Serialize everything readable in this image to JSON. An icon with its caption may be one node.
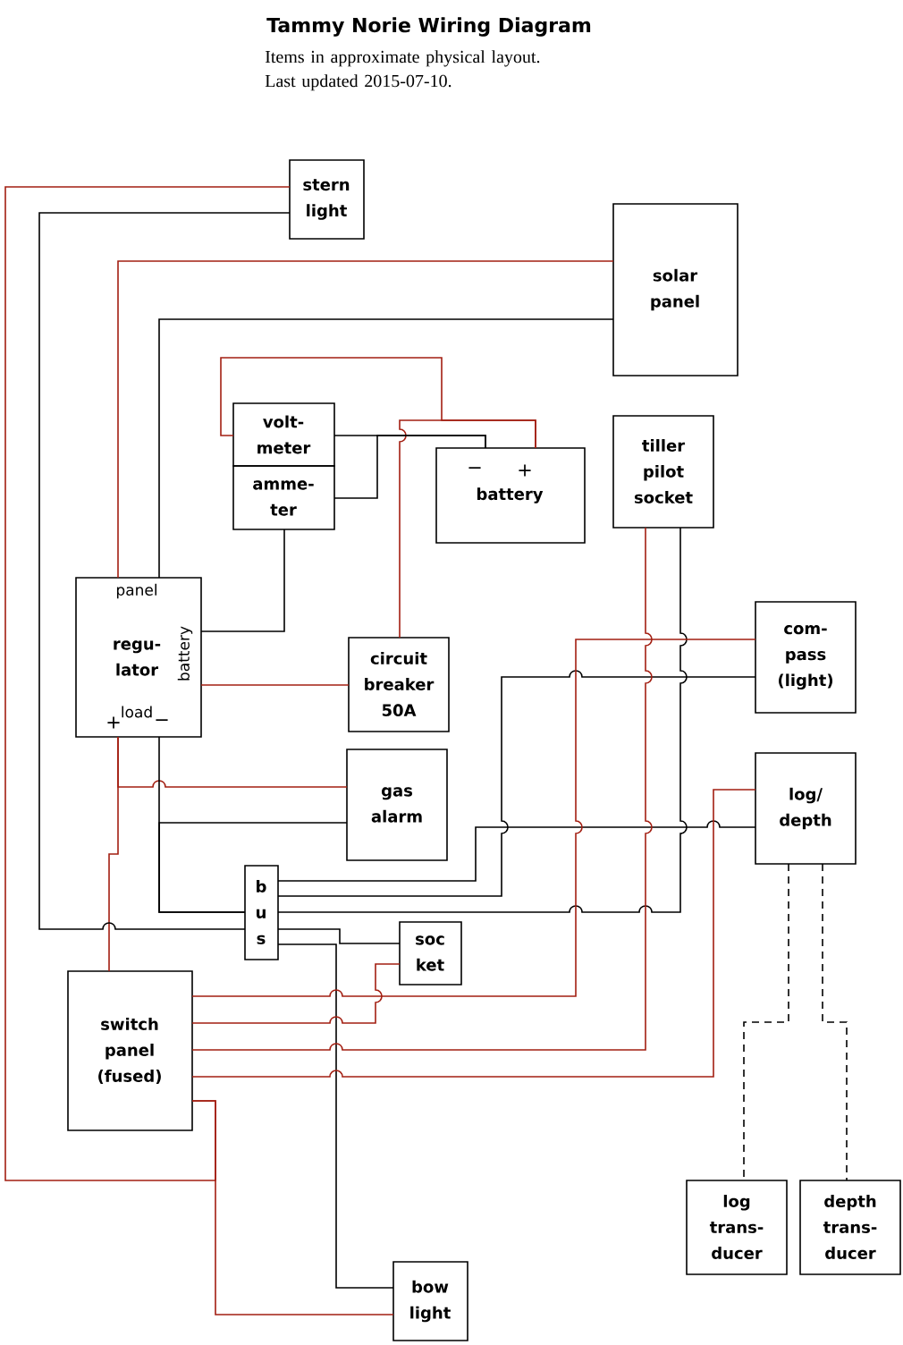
{
  "diagram": {
    "title": "Tammy Norie Wiring Diagram",
    "caption": "Items in approximate physical layout. Last updated 2015-07-10.",
    "nodes": [
      {
        "text": [
          "stern light"
        ]
      },
      {
        "text": [
          "solar panel"
        ]
      },
      {
        "text": [
          "volt- meter"
        ]
      },
      {
        "text": [
          "amme- ter"
        ]
      },
      {
        "text": [
          "−",
          "+",
          "battery"
        ]
      },
      {
        "text": [
          "tiller pilot socket"
        ]
      },
      {
        "text": [
          "panel",
          "regu- lator",
          "battery",
          "load",
          "+",
          "−"
        ]
      },
      {
        "text": [
          "circuit breaker 50A"
        ]
      },
      {
        "text": [
          "com- pass (light)"
        ]
      },
      {
        "text": [
          "gas alarm"
        ]
      },
      {
        "text": [
          "log/ depth"
        ]
      },
      {
        "text": [
          "b u s"
        ]
      },
      {
        "text": [
          "soc ket"
        ]
      },
      {
        "text": [
          "switch panel (fused)"
        ]
      },
      {
        "text": [
          "log trans- ducer"
        ]
      },
      {
        "text": [
          "depth trans- ducer"
        ]
      },
      {
        "text": [
          "bow light"
        ]
      }
    ],
    "edges": [
      {
        "from": 13,
        "to": 0,
        "arrow": "none",
        "color": "#a31f12"
      },
      {
        "from": 13,
        "to": 16,
        "arrow": "none",
        "color": "#a31f12"
      },
      {
        "from": 1,
        "to": 6,
        "arrow": "none",
        "color": "#a31f12"
      },
      {
        "from": 1,
        "to": 6,
        "arrow": "none"
      },
      {
        "from": 6,
        "to": 7,
        "arrow": "none",
        "color": "#a31f12"
      },
      {
        "from": 7,
        "to": 4,
        "arrow": "none",
        "color": "#a31f12"
      },
      {
        "from": 2,
        "to": 4,
        "arrow": "none",
        "color": "#a31f12"
      },
      {
        "from": 2,
        "to": 4,
        "arrow": "none"
      },
      {
        "from": 3,
        "to": 4,
        "arrow": "none"
      },
      {
        "from": 3,
        "to": 6,
        "arrow": "none"
      },
      {
        "from": 6,
        "to": 9,
        "arrow": "none",
        "color": "#a31f12"
      },
      {
        "from": 6,
        "to": 13,
        "arrow": "none",
        "color": "#a31f12"
      },
      {
        "from": 6,
        "to": 11,
        "arrow": "none"
      },
      {
        "from": 9,
        "to": 11,
        "arrow": "none"
      },
      {
        "from": 11,
        "to": 0,
        "arrow": "none"
      },
      {
        "from": 11,
        "to": 10,
        "arrow": "none"
      },
      {
        "from": 11,
        "to": 8,
        "arrow": "none"
      },
      {
        "from": 11,
        "to": 5,
        "arrow": "none"
      },
      {
        "from": 11,
        "to": 12,
        "arrow": "none"
      },
      {
        "from": 11,
        "to": 16,
        "arrow": "none"
      },
      {
        "from": 13,
        "to": 8,
        "arrow": "none",
        "color": "#a31f12"
      },
      {
        "from": 13,
        "to": 12,
        "arrow": "none",
        "color": "#a31f12"
      },
      {
        "from": 13,
        "to": 5,
        "arrow": "none",
        "color": "#a31f12"
      },
      {
        "from": 13,
        "to": 10,
        "arrow": "none",
        "color": "#a31f12"
      },
      {
        "from": 10,
        "to": 14,
        "arrow": "none",
        "style": "dashed"
      },
      {
        "from": 10,
        "to": 15,
        "arrow": "none",
        "style": "dashed"
      }
    ]
  }
}
